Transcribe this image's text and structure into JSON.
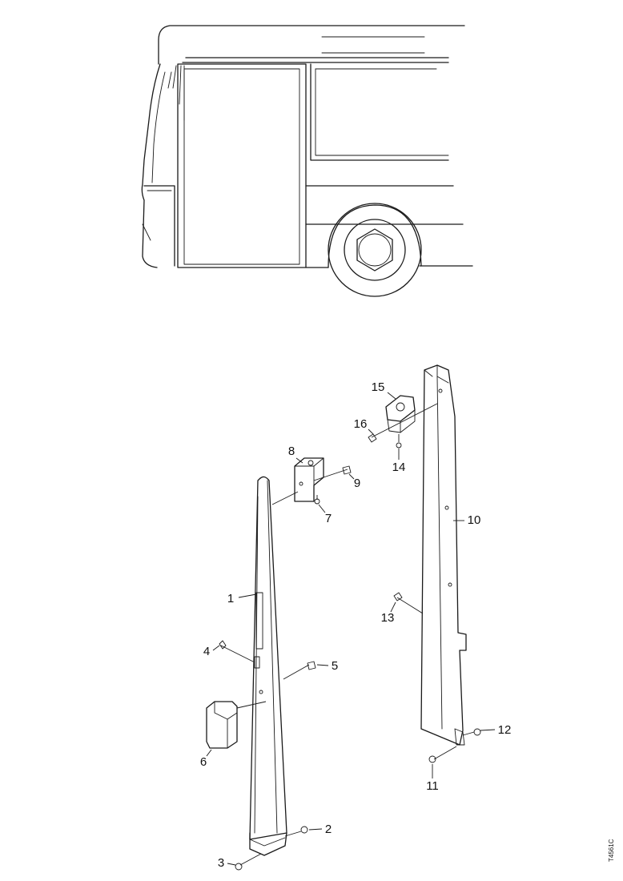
{
  "callouts": [
    "1",
    "2",
    "3",
    "4",
    "5",
    "6",
    "7",
    "8",
    "9",
    "10",
    "11",
    "12",
    "13",
    "14",
    "15",
    "16"
  ],
  "drawing_code": "T4561C"
}
